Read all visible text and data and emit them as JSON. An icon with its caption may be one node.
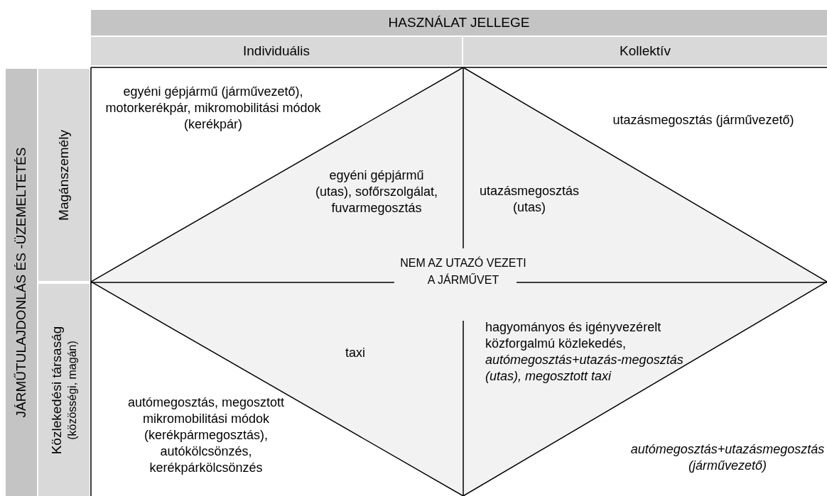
{
  "diagram": {
    "nodes": [
      {
        "text": [
          "HASZNÁLAT JELLEGE"
        ]
      },
      {
        "text": [
          "Individuális"
        ]
      },
      {
        "text": [
          "Kollektív"
        ]
      },
      {
        "text": [
          "JÁRMŰTULAJDONLÁS ÉS -ÜZEMELTETÉS"
        ]
      },
      {
        "text": [
          "Magánszemély"
        ]
      },
      {
        "text": [
          "Közlekedési társaság",
          "(közösségi, magán)"
        ]
      },
      {
        "text": [
          "NEM AZ UTAZÓ VEZETI A JÁRMŰVET"
        ]
      }
    ],
    "labels": [
      "egyéni gépjármű (járművezető), motorkerékpár, mikromobilitási módok (kerékpár)",
      "utazásmegosztás (járművezető)",
      "egyéni gépjármű (utas), sofőrszolgálat, fuvarmegosztás",
      "utazásmegosztás (utas)",
      "taxi",
      "hagyományos és igényvezérelt közforgalmú közlekedés, *autómegosztás+utazás-megosztás (utas), megosztott taxi*",
      "autómegosztás, megosztott mikromobilitási módok (kerékpármegosztás), autókölcsönzés, kerékpárkölcsönzés",
      "autómegosztás+utazásmegosztás (járművezető)"
    ]
  }
}
